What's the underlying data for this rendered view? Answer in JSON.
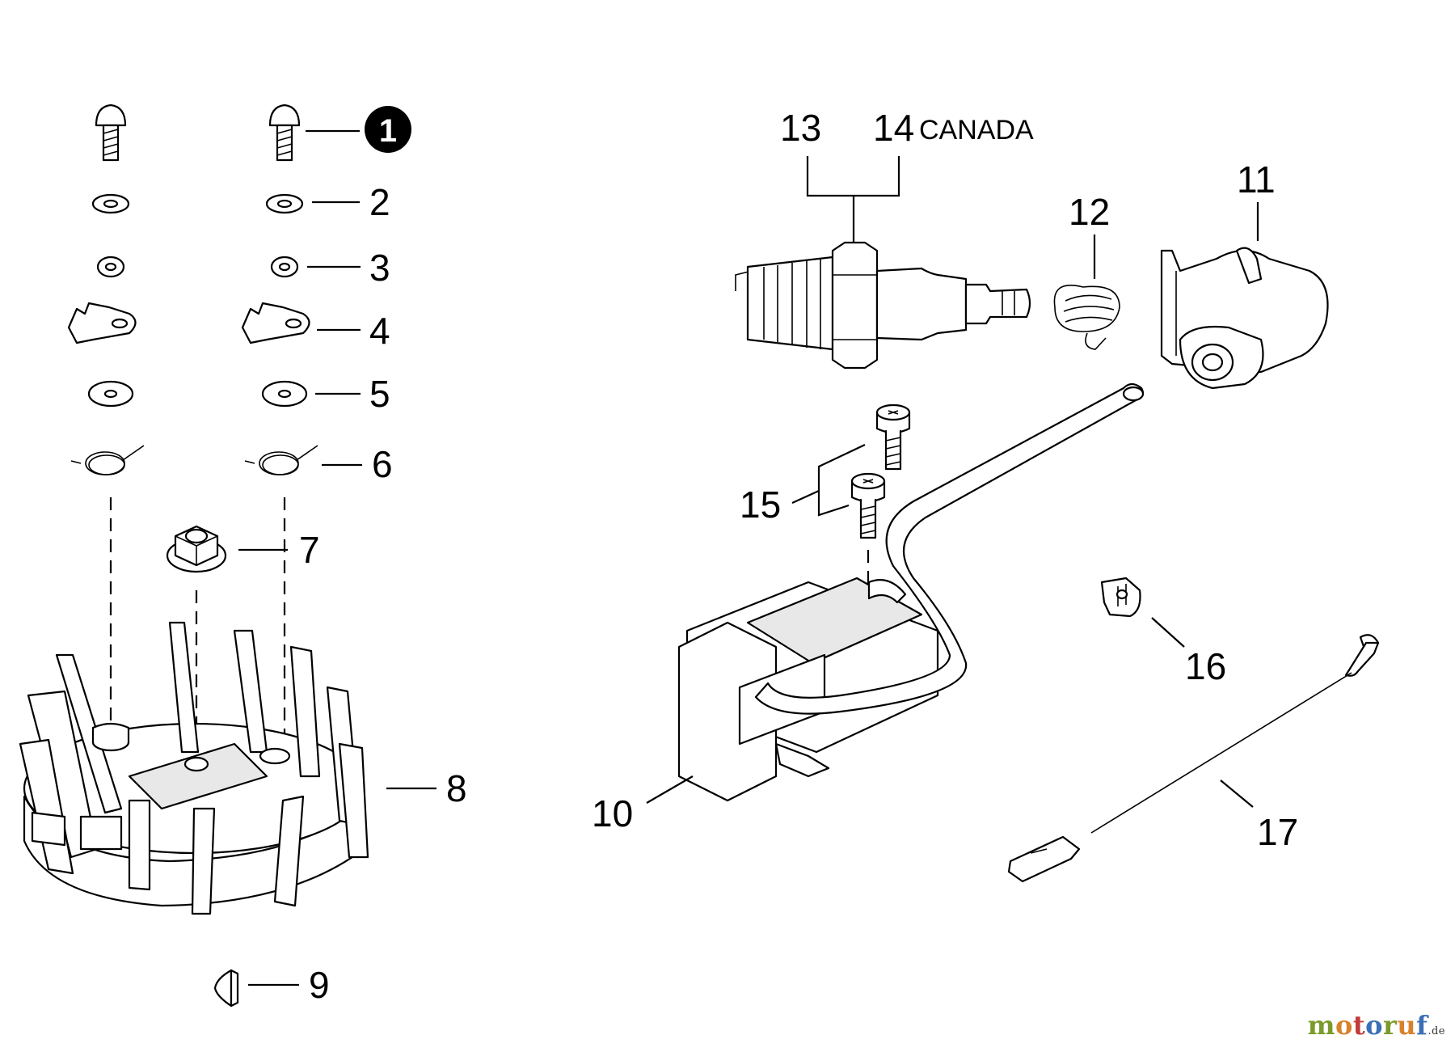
{
  "callouts": {
    "c1": "1",
    "c2": "2",
    "c3": "3",
    "c4": "4",
    "c5": "5",
    "c6": "6",
    "c7": "7",
    "c8": "8",
    "c9": "9",
    "c10": "10",
    "c11": "11",
    "c12": "12",
    "c13": "13",
    "c14": "14",
    "c14_note": "CANADA",
    "c15": "15",
    "c16": "16",
    "c17": "17"
  },
  "watermark": {
    "letters": [
      "m",
      "o",
      "t",
      "o",
      "r",
      "u",
      "f"
    ],
    "suffix": ".de",
    "colors": [
      "#7a9a2a",
      "#d9822b",
      "#c23b3b",
      "#3b6fb6",
      "#7a9a2a",
      "#d9822b",
      "#3b6fb6"
    ]
  }
}
